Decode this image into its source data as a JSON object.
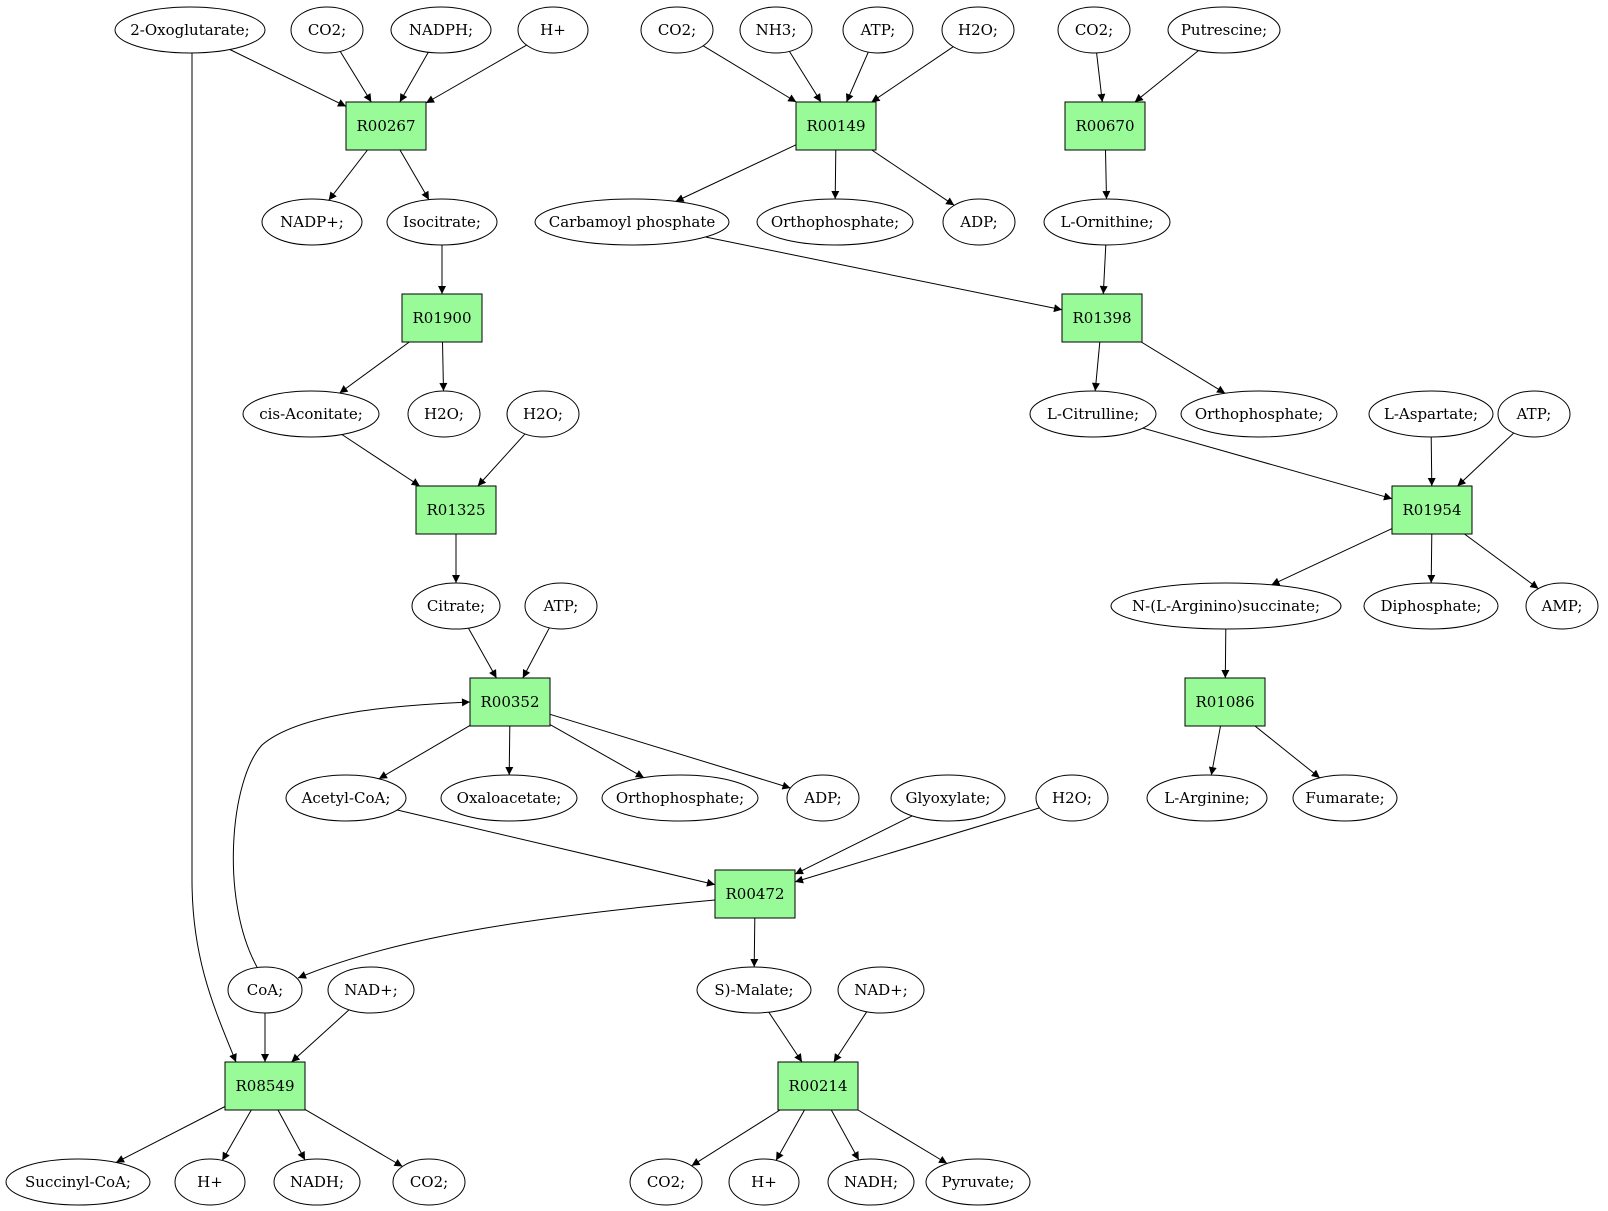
{
  "colors": {
    "reaction": "#98fb98",
    "start": "#00dd00",
    "target": "#ffff00",
    "default": "#ffffff"
  },
  "nodes": [
    {
      "id": "oxo",
      "label": "2-Oxoglutarate;",
      "kind": "start"
    },
    {
      "id": "co2_a",
      "label": "CO2;"
    },
    {
      "id": "nadph",
      "label": "NADPH;"
    },
    {
      "id": "hplus_a",
      "label": "H+"
    },
    {
      "id": "co2_b",
      "label": "CO2;"
    },
    {
      "id": "nh3",
      "label": "NH3;"
    },
    {
      "id": "atp_a",
      "label": "ATP;"
    },
    {
      "id": "h2o_a",
      "label": "H2O;"
    },
    {
      "id": "co2_c",
      "label": "CO2;"
    },
    {
      "id": "putrescine",
      "label": "Putrescine;"
    },
    {
      "id": "R00267",
      "label": "R00267",
      "kind": "reaction"
    },
    {
      "id": "R00149",
      "label": "R00149",
      "kind": "reaction"
    },
    {
      "id": "R00670",
      "label": "R00670",
      "kind": "reaction"
    },
    {
      "id": "nadpplus",
      "label": "NADP+;"
    },
    {
      "id": "isocitrate",
      "label": "Isocitrate;"
    },
    {
      "id": "carbp",
      "label": "Carbamoyl phosphate"
    },
    {
      "id": "ortho_a",
      "label": "Orthophosphate;"
    },
    {
      "id": "adp_a",
      "label": "ADP;"
    },
    {
      "id": "ornithine",
      "label": "L-Ornithine;"
    },
    {
      "id": "R01900",
      "label": "R01900",
      "kind": "reaction"
    },
    {
      "id": "R01398",
      "label": "R01398",
      "kind": "reaction"
    },
    {
      "id": "cisacon",
      "label": "cis-Aconitate;"
    },
    {
      "id": "h2o_b",
      "label": "H2O;"
    },
    {
      "id": "h2o_c",
      "label": "H2O;"
    },
    {
      "id": "citrulline",
      "label": "L-Citrulline;"
    },
    {
      "id": "ortho_b",
      "label": "Orthophosphate;"
    },
    {
      "id": "aspartate",
      "label": "L-Aspartate;"
    },
    {
      "id": "atp_b",
      "label": "ATP;"
    },
    {
      "id": "R01325",
      "label": "R01325",
      "kind": "reaction"
    },
    {
      "id": "R01954",
      "label": "R01954",
      "kind": "reaction"
    },
    {
      "id": "citrate",
      "label": "Citrate;"
    },
    {
      "id": "atp_c",
      "label": "ATP;"
    },
    {
      "id": "argsucc",
      "label": "N-(L-Arginino)succinate;"
    },
    {
      "id": "diphos",
      "label": "Diphosphate;"
    },
    {
      "id": "amp",
      "label": "AMP;"
    },
    {
      "id": "R00352",
      "label": "R00352",
      "kind": "reaction"
    },
    {
      "id": "R01086",
      "label": "R01086",
      "kind": "reaction"
    },
    {
      "id": "acetylcoa",
      "label": "Acetyl-CoA;"
    },
    {
      "id": "oxaloac",
      "label": "Oxaloacetate;"
    },
    {
      "id": "ortho_c",
      "label": "Orthophosphate;"
    },
    {
      "id": "adp_b",
      "label": "ADP;"
    },
    {
      "id": "glyox",
      "label": "Glyoxylate;"
    },
    {
      "id": "h2o_d",
      "label": "H2O;"
    },
    {
      "id": "arginine",
      "label": "L-Arginine;",
      "kind": "target"
    },
    {
      "id": "fumarate",
      "label": "Fumarate;"
    },
    {
      "id": "R00472",
      "label": "R00472",
      "kind": "reaction"
    },
    {
      "id": "coa",
      "label": "CoA;"
    },
    {
      "id": "nadplus_a",
      "label": "NAD+;"
    },
    {
      "id": "smalate",
      "label": "S)-Malate;"
    },
    {
      "id": "nadplus_b",
      "label": "NAD+;"
    },
    {
      "id": "R08549",
      "label": "R08549",
      "kind": "reaction"
    },
    {
      "id": "R00214",
      "label": "R00214",
      "kind": "reaction"
    },
    {
      "id": "succcoa",
      "label": "Succinyl-CoA;"
    },
    {
      "id": "hplus_b",
      "label": "H+"
    },
    {
      "id": "nadh_a",
      "label": "NADH;"
    },
    {
      "id": "co2_d",
      "label": "CO2;"
    },
    {
      "id": "co2_e",
      "label": "CO2;"
    },
    {
      "id": "hplus_c",
      "label": "H+"
    },
    {
      "id": "nadh_b",
      "label": "NADH;"
    },
    {
      "id": "pyruvate",
      "label": "Pyruvate;"
    }
  ],
  "edges": [
    [
      "oxo",
      "R00267"
    ],
    [
      "co2_a",
      "R00267"
    ],
    [
      "nadph",
      "R00267"
    ],
    [
      "hplus_a",
      "R00267"
    ],
    [
      "R00267",
      "nadpplus"
    ],
    [
      "R00267",
      "isocitrate"
    ],
    [
      "co2_b",
      "R00149"
    ],
    [
      "nh3",
      "R00149"
    ],
    [
      "atp_a",
      "R00149"
    ],
    [
      "h2o_a",
      "R00149"
    ],
    [
      "R00149",
      "carbp"
    ],
    [
      "R00149",
      "ortho_a"
    ],
    [
      "R00149",
      "adp_a"
    ],
    [
      "co2_c",
      "R00670"
    ],
    [
      "putrescine",
      "R00670"
    ],
    [
      "R00670",
      "ornithine"
    ],
    [
      "isocitrate",
      "R01900"
    ],
    [
      "R01900",
      "cisacon"
    ],
    [
      "R01900",
      "h2o_b"
    ],
    [
      "carbp",
      "R01398"
    ],
    [
      "ornithine",
      "R01398"
    ],
    [
      "R01398",
      "citrulline"
    ],
    [
      "R01398",
      "ortho_b"
    ],
    [
      "cisacon",
      "R01325"
    ],
    [
      "h2o_c",
      "R01325"
    ],
    [
      "R01325",
      "citrate"
    ],
    [
      "citrulline",
      "R01954"
    ],
    [
      "aspartate",
      "R01954"
    ],
    [
      "atp_b",
      "R01954"
    ],
    [
      "R01954",
      "argsucc"
    ],
    [
      "R01954",
      "diphos"
    ],
    [
      "R01954",
      "amp"
    ],
    [
      "citrate",
      "R00352"
    ],
    [
      "atp_c",
      "R00352"
    ],
    [
      "coa",
      "R00352"
    ],
    [
      "R00352",
      "acetylcoa"
    ],
    [
      "R00352",
      "oxaloac"
    ],
    [
      "R00352",
      "ortho_c"
    ],
    [
      "R00352",
      "adp_b"
    ],
    [
      "argsucc",
      "R01086"
    ],
    [
      "R01086",
      "arginine"
    ],
    [
      "R01086",
      "fumarate"
    ],
    [
      "acetylcoa",
      "R00472"
    ],
    [
      "glyox",
      "R00472"
    ],
    [
      "h2o_d",
      "R00472"
    ],
    [
      "R00472",
      "coa"
    ],
    [
      "R00472",
      "smalate"
    ],
    [
      "oxo",
      "R08549"
    ],
    [
      "coa",
      "R08549"
    ],
    [
      "nadplus_a",
      "R08549"
    ],
    [
      "R08549",
      "succcoa"
    ],
    [
      "R08549",
      "hplus_b"
    ],
    [
      "R08549",
      "nadh_a"
    ],
    [
      "R08549",
      "co2_d"
    ],
    [
      "smalate",
      "R00214"
    ],
    [
      "nadplus_b",
      "R00214"
    ],
    [
      "R00214",
      "co2_e"
    ],
    [
      "R00214",
      "hplus_c"
    ],
    [
      "R00214",
      "nadh_b"
    ],
    [
      "R00214",
      "pyruvate"
    ]
  ]
}
